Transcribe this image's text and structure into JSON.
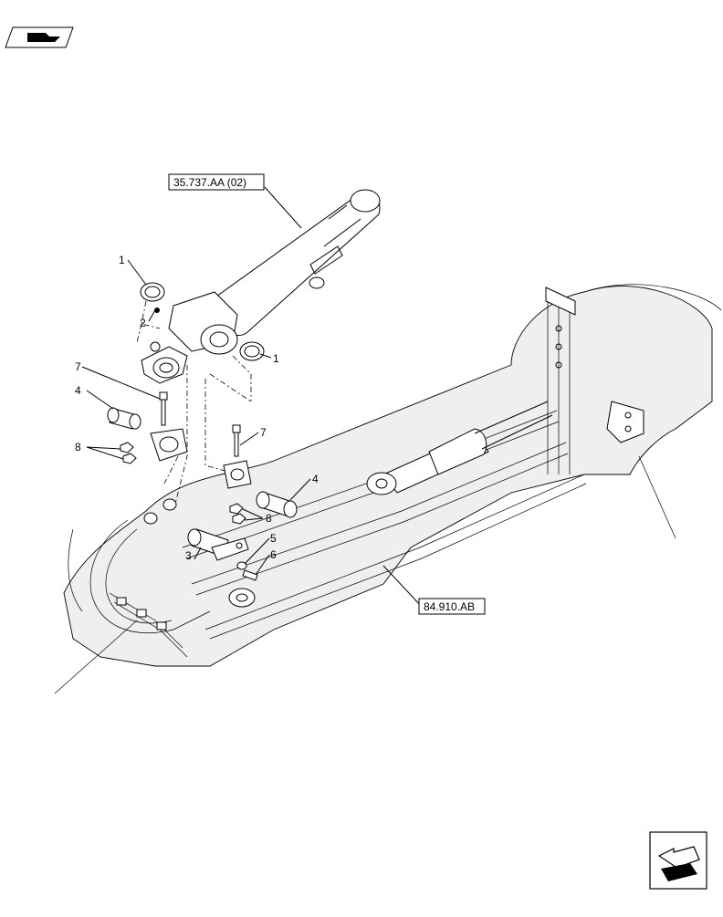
{
  "header_icon": "book-pointer-icon",
  "nav_icon": "next-page-arrow-icon",
  "references": {
    "cylinder": "35.737.AA (02)",
    "axle": "84.910.AB"
  },
  "callouts": {
    "c1a": "1",
    "c1b": "1",
    "c2": "2",
    "c3": "3",
    "c4a": "4",
    "c4b": "4",
    "c5": "5",
    "c6": "6",
    "c7a": "7",
    "c7b": "7",
    "c8a": "8",
    "c8b": "8"
  }
}
